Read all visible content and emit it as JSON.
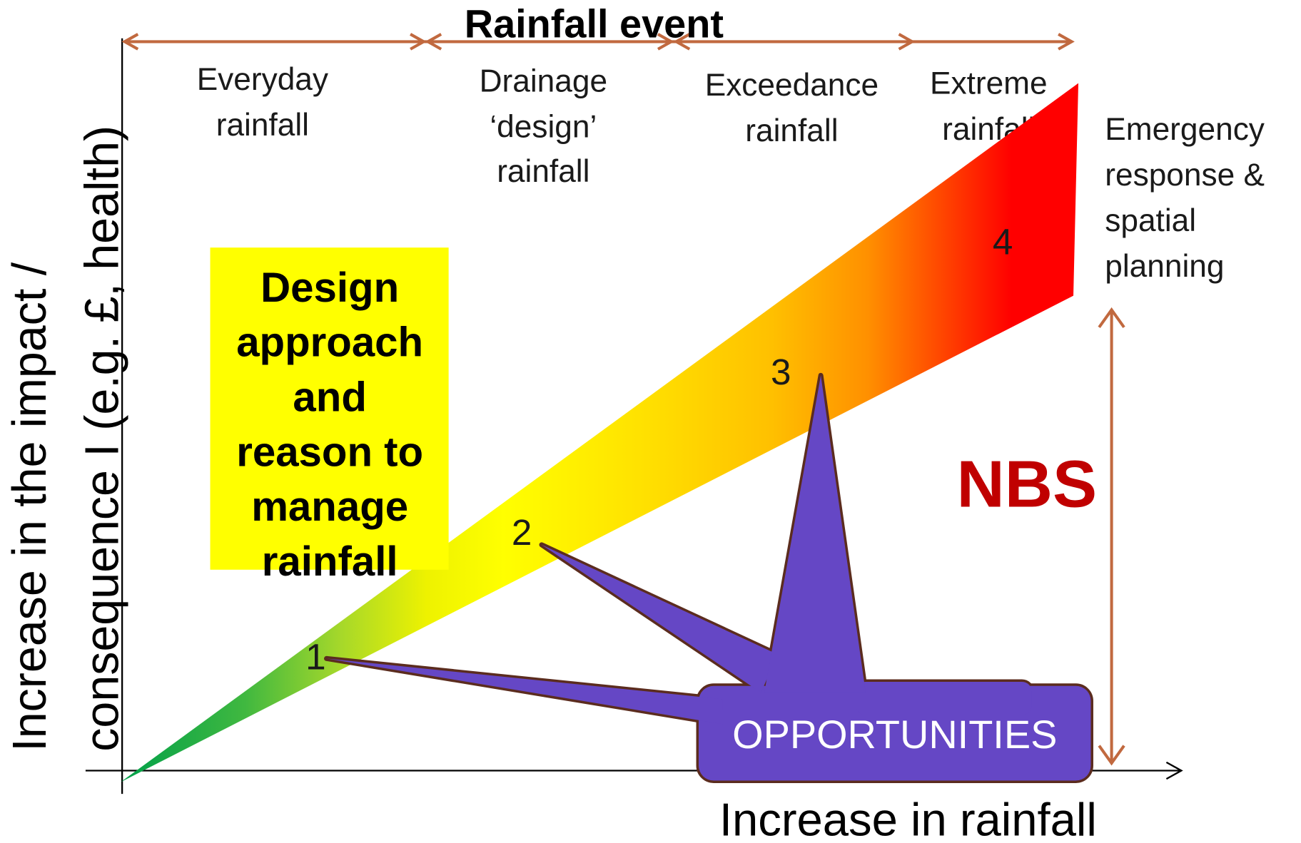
{
  "title": "Rainfall event",
  "rainfall_categories": [
    {
      "lines": [
        "Everyday",
        "rainfall"
      ]
    },
    {
      "lines": [
        "Drainage",
        "‘design’",
        "rainfall"
      ]
    },
    {
      "lines": [
        "Exceedance",
        "rainfall"
      ]
    },
    {
      "lines": [
        "Extreme",
        "rainfall"
      ]
    }
  ],
  "emergency_label": {
    "lines": [
      "Emergency",
      "response &",
      "spatial",
      "planning"
    ]
  },
  "design_box": {
    "lines": [
      "Design",
      "approach",
      "and",
      "reason to",
      "manage",
      "rainfall"
    ]
  },
  "stages": [
    "1",
    "2",
    "3",
    "4"
  ],
  "opportunities_label": "OPPORTUNITIES",
  "nbs_label": "NBS",
  "x_axis_label": "Increase in rainfall",
  "y_axis_label": [
    "Increase in the impact /",
    "consequence I (e.g. £, health)"
  ],
  "colors": {
    "arrow": "#C1693F",
    "design_box": "#FFFF00",
    "callout_fill": "#6547C5",
    "callout_outline": "#5B2C1E",
    "opportunities_text": "#FFFFFF",
    "nbs": "#C00000",
    "impact_gradient": [
      "#00A04A",
      "#40B840",
      "#A6D82A",
      "#EEF200",
      "#FFFF00",
      "#FFE000",
      "#FFC000",
      "#FF9000",
      "#FF3A00",
      "#FF0000"
    ]
  }
}
